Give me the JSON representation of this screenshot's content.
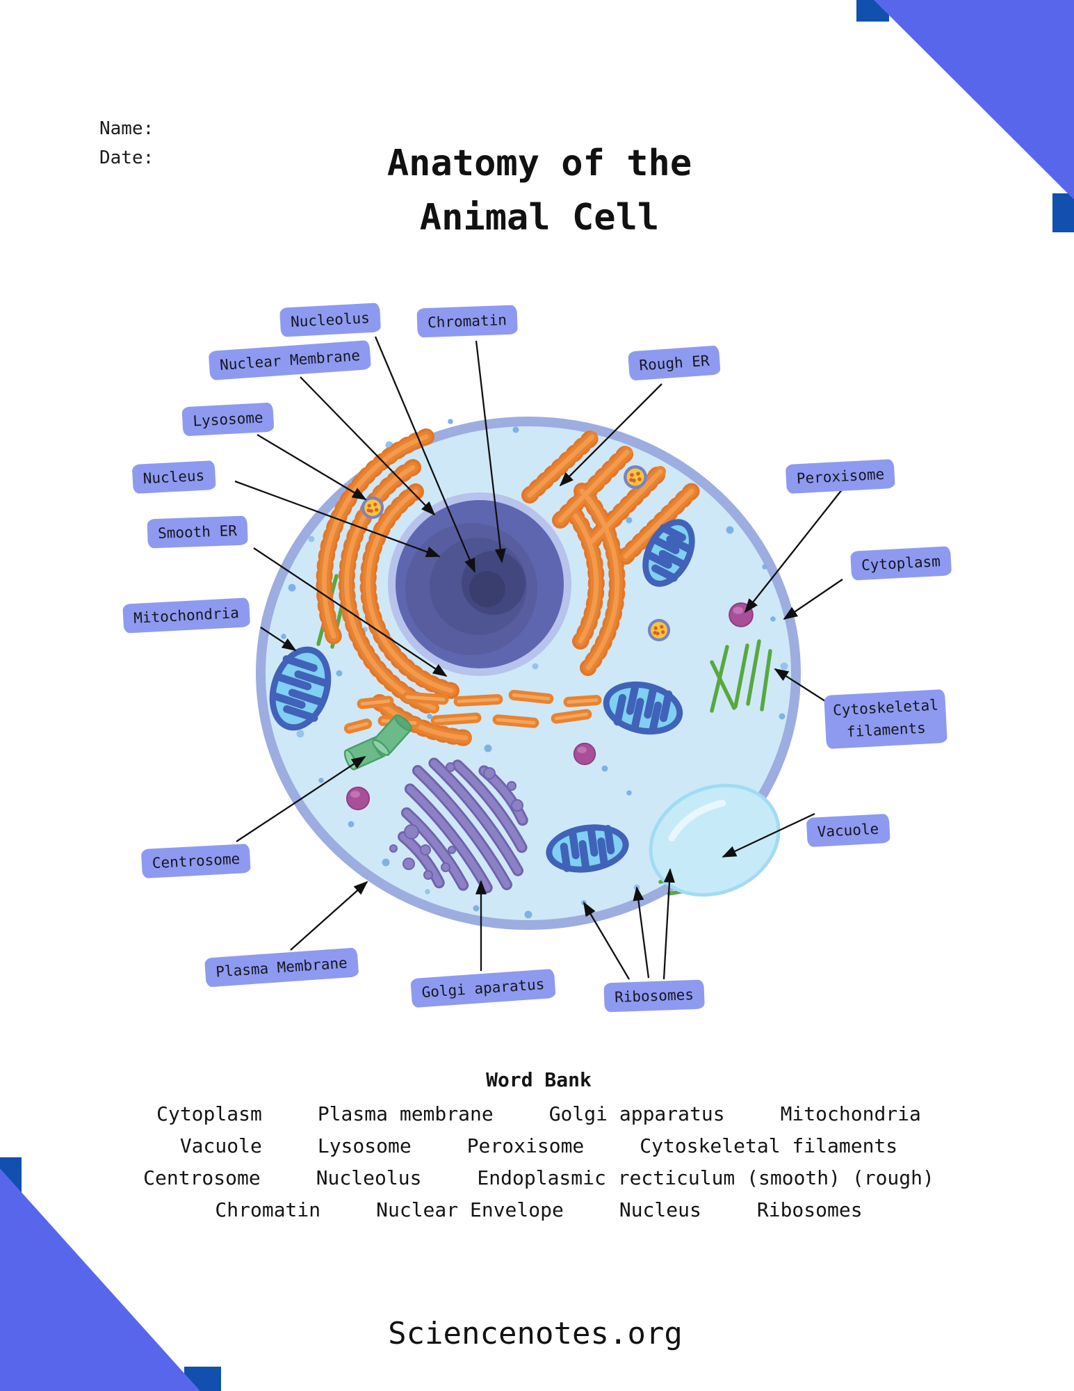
{
  "header": {
    "name_label": "Name:",
    "date_label": "Date:",
    "title_line1": "Anatomy of the",
    "title_line2": "Animal Cell"
  },
  "labels": [
    {
      "id": "nucleolus",
      "text": "Nucleolus"
    },
    {
      "id": "chromatin",
      "text": "Chromatin"
    },
    {
      "id": "nuclear-membrane",
      "text": "Nuclear Membrane"
    },
    {
      "id": "rough-er",
      "text": "Rough ER"
    },
    {
      "id": "lysosome",
      "text": "Lysosome"
    },
    {
      "id": "nucleus",
      "text": "Nucleus"
    },
    {
      "id": "smooth-er",
      "text": "Smooth ER"
    },
    {
      "id": "mitochondria",
      "text": "Mitochondria"
    },
    {
      "id": "centrosome",
      "text": "Centrosome"
    },
    {
      "id": "plasma-membrane",
      "text": "Plasma Membrane"
    },
    {
      "id": "golgi-aparatus",
      "text": "Golgi aparatus"
    },
    {
      "id": "ribosomes",
      "text": "Ribosomes"
    },
    {
      "id": "peroxisome",
      "text": "Peroxisome"
    },
    {
      "id": "cytoplasm",
      "text": "Cytoplasm"
    },
    {
      "id": "cytoskeletal-filaments",
      "text": "Cytoskeletal filaments"
    },
    {
      "id": "vacuole",
      "text": "Vacuole"
    }
  ],
  "word_bank": {
    "title": "Word Bank",
    "rows": [
      [
        "Cytoplasm",
        "Plasma membrane",
        "Golgi apparatus",
        "Mitochondria"
      ],
      [
        "Vacuole",
        "Lysosome",
        "Peroxisome",
        "Cytoskeletal filaments"
      ],
      [
        "Centrosome",
        "Nucleolus",
        "Endoplasmic recticulum (smooth) (rough)"
      ],
      [
        "Chromatin",
        "Nuclear Envelope",
        "Nucleus",
        "Ribosomes"
      ]
    ]
  },
  "footer": {
    "site": "Sciencenotes.org"
  },
  "colors": {
    "accent_badge": "#8e9af0",
    "corner_blue": "#5866ec",
    "corner_dark_blue": "#1150ae",
    "cell_fill": "#cfe8f8",
    "cell_membrane": "#9dade0",
    "nucleus": "#5f66b0",
    "nucleolus": "#434780",
    "er_orange": "#e8832f",
    "mitochondria_border": "#4062b8",
    "mitochondria_fill": "#7fd0f2",
    "golgi_purple": "#8d81c6",
    "vacuole_fill": "#c6eaf8",
    "lysosome_magenta": "#a94f9a",
    "peroxisome_yellow": "#f5c838",
    "filament_green": "#58a83e",
    "ribosome_dot": "#7eb2e5"
  }
}
